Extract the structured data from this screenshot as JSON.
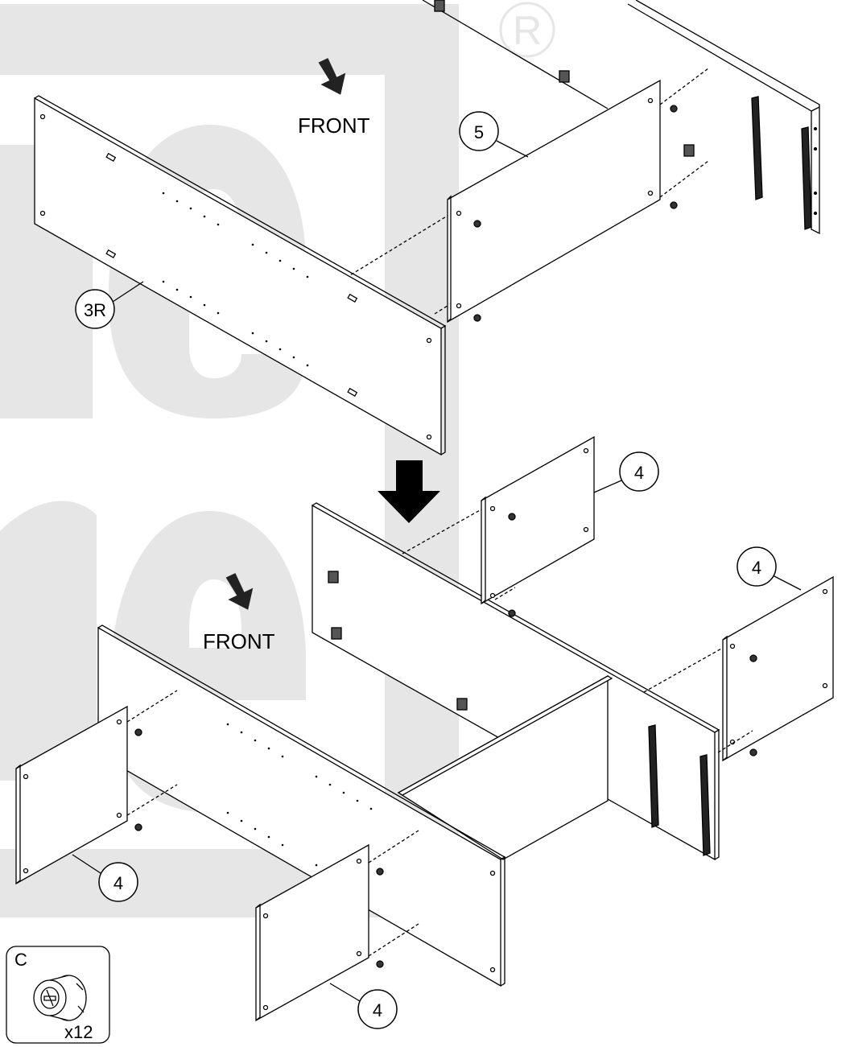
{
  "watermark": {
    "registered_mark": "®",
    "color": "#e6e6e6"
  },
  "top_section": {
    "front_label": "FRONT",
    "callouts": {
      "part_5": "5",
      "part_3R": "3R"
    }
  },
  "bottom_section": {
    "front_label": "FRONT",
    "callouts": {
      "part_4_upper": "4",
      "part_4_right": "4",
      "part_4_left": "4",
      "part_4_lower": "4"
    }
  },
  "hardware": {
    "letter": "C",
    "quantity": "x12",
    "icon": "cam-lock-nut-icon"
  },
  "colors": {
    "line": "#000000",
    "panel_fill": "#ffffff",
    "arrow": "#000000"
  }
}
